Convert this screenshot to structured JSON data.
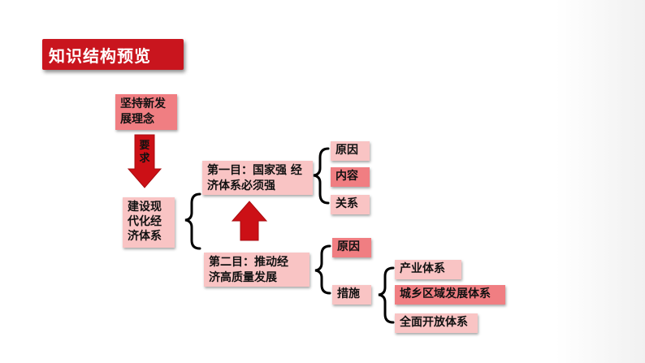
{
  "title": "知识结构预览",
  "nodes": {
    "idea": [
      "坚持新发",
      "展理念"
    ],
    "require": [
      "要",
      "求"
    ],
    "economy": [
      "建设现",
      "代化经",
      "济体系"
    ],
    "section1": [
      "第一目：国家强 经",
      "济体系必须强"
    ],
    "section2": [
      "第二目：推动经",
      "济高质量发展"
    ],
    "s1_items": [
      "原因",
      "内容",
      "关系"
    ],
    "s2_reason": "原因",
    "s2_measures": "措施",
    "measures_items": [
      "产业体系",
      "城乡区域发展体系",
      "全面开放体系"
    ]
  },
  "colors": {
    "title_bg": "#c9151e",
    "box_dark": "#f07e82",
    "box_light": "#f9c4c4",
    "arrow": "#cc1016"
  }
}
